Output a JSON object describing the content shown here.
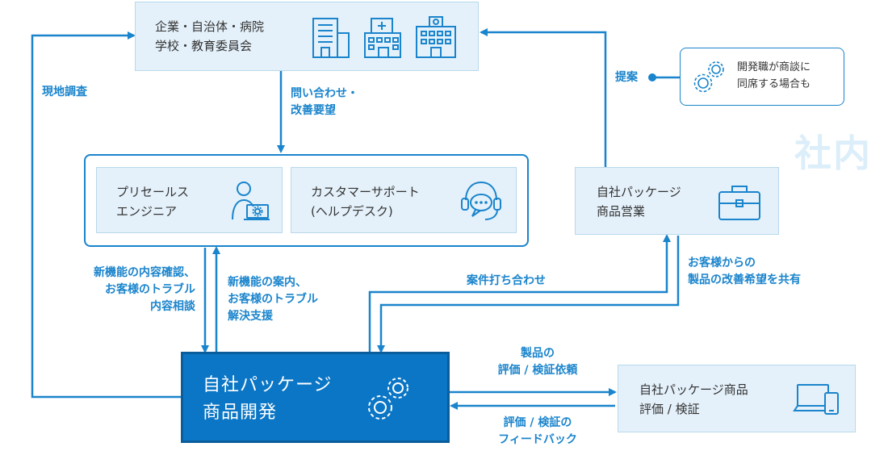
{
  "top_box": {
    "label": "企業・自治体・病院\n学校・教育委員会"
  },
  "inquiry_arrow": {
    "label": "問い合わせ・\n改善要望"
  },
  "field_survey": {
    "label": "現地調査"
  },
  "proposal": {
    "label": "提案"
  },
  "note": {
    "label": "開発職が商談に\n同席する場合も"
  },
  "watermark": {
    "label": "社内"
  },
  "support_group": {
    "presales": {
      "label": "プリセールス\nエンジニア"
    },
    "customer_support": {
      "label": "カスタマーサポート\n(ヘルプデスク)"
    }
  },
  "sales_box": {
    "label": "自社パッケージ\n商品営業"
  },
  "dev_box": {
    "label": "自社パッケージ\n商品開発"
  },
  "eval_box": {
    "label": "自社パッケージ商品\n評価 / 検証"
  },
  "arrow_labels": {
    "to_support": "新機能の内容確認、\nお客様のトラブル\n内容相談",
    "to_dev": "新機能の案内、\nお客様のトラブル\n解決支援",
    "meeting": "案件打ち合わせ",
    "share": "お客様からの\n製品の改善希望を共有",
    "eval_request": "製品の\n評価 / 検証依頼",
    "feedback": "評価 / 検証の\nフィードバック"
  },
  "colors": {
    "accent": "#1a84cc",
    "dark": "#0b76c5",
    "light": "#e4f1fa"
  }
}
